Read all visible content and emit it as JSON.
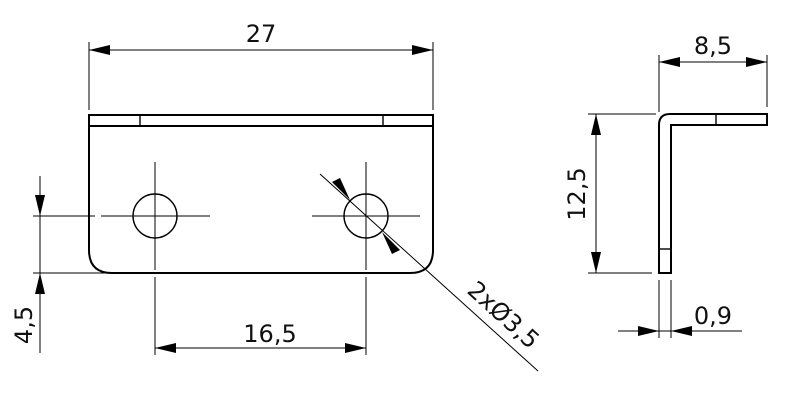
{
  "drawing": {
    "type": "technical drawing",
    "subject": "L-shaped bracket",
    "views": [
      "front view",
      "side view"
    ],
    "colors": {
      "line": "#000000",
      "background": "#ffffff"
    }
  },
  "front_view": {
    "dimensions": {
      "overall_width": "27",
      "hole_spacing": "16,5",
      "hole_height_from_bottom": "4,5",
      "hole_callout": "2xØ3,5"
    },
    "hole_count": 2
  },
  "side_view": {
    "dimensions": {
      "flange_width": "8,5",
      "height": "12,5",
      "thickness": "0,9"
    }
  }
}
